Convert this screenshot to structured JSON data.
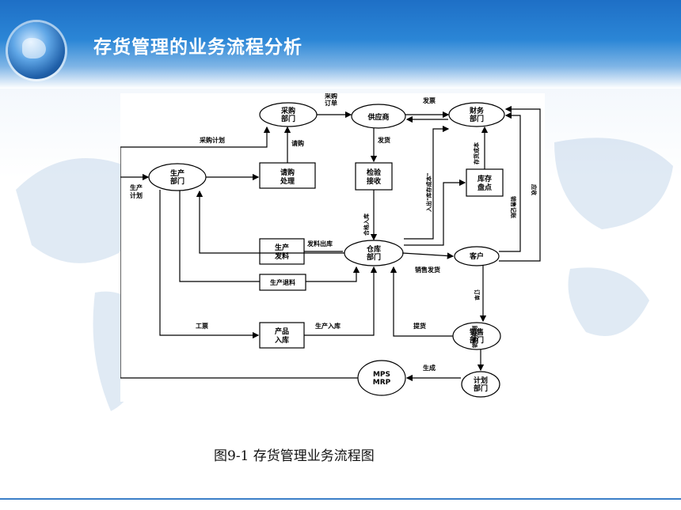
{
  "slide": {
    "title": "存货管理的业务流程分析",
    "caption": "图9-1  存货管理业务流程图"
  },
  "diagram": {
    "nodes": {
      "purchase_dept": [
        "采购",
        "部门"
      ],
      "supplier": "供应商",
      "finance_dept": [
        "财务",
        "部门"
      ],
      "production_dept": [
        "生产",
        "部门"
      ],
      "purchase_request": [
        "请购",
        "处理"
      ],
      "inspection": [
        "检验",
        "接收"
      ],
      "inventory_count": [
        "库存",
        "盘点"
      ],
      "production_issue": [
        "生产",
        "发料"
      ],
      "warehouse": [
        "仓库",
        "部门"
      ],
      "customer": "客户",
      "production_return": "生产退料",
      "product_inbound": [
        "产品",
        "入库"
      ],
      "sales_dept": [
        "销售",
        "部门"
      ],
      "mps_mrp": [
        "MPS",
        "MRP"
      ],
      "planning_dept": [
        "计划",
        "部门"
      ]
    },
    "labels": {
      "purchase_order": [
        "采购",
        "订单"
      ],
      "invoice": "发票",
      "purchase_plan": "采购计划",
      "requisition": "请购",
      "delivery": "发货",
      "production_plan": [
        "生产",
        "计划"
      ],
      "cost_info": "存货成本",
      "inbound_info": "入出\"库存成本\"",
      "qualified_inbound": "合格入库",
      "receivable": "应收",
      "sales_record": "销售记账",
      "issue_outbound": "发料出库",
      "sales_shipment": "销售发货",
      "order": "订单",
      "work_ticket": "工票",
      "production_inbound": "生产入库",
      "pickup": "提货",
      "sales_forecast": "销售预测",
      "generate": "生成"
    }
  }
}
